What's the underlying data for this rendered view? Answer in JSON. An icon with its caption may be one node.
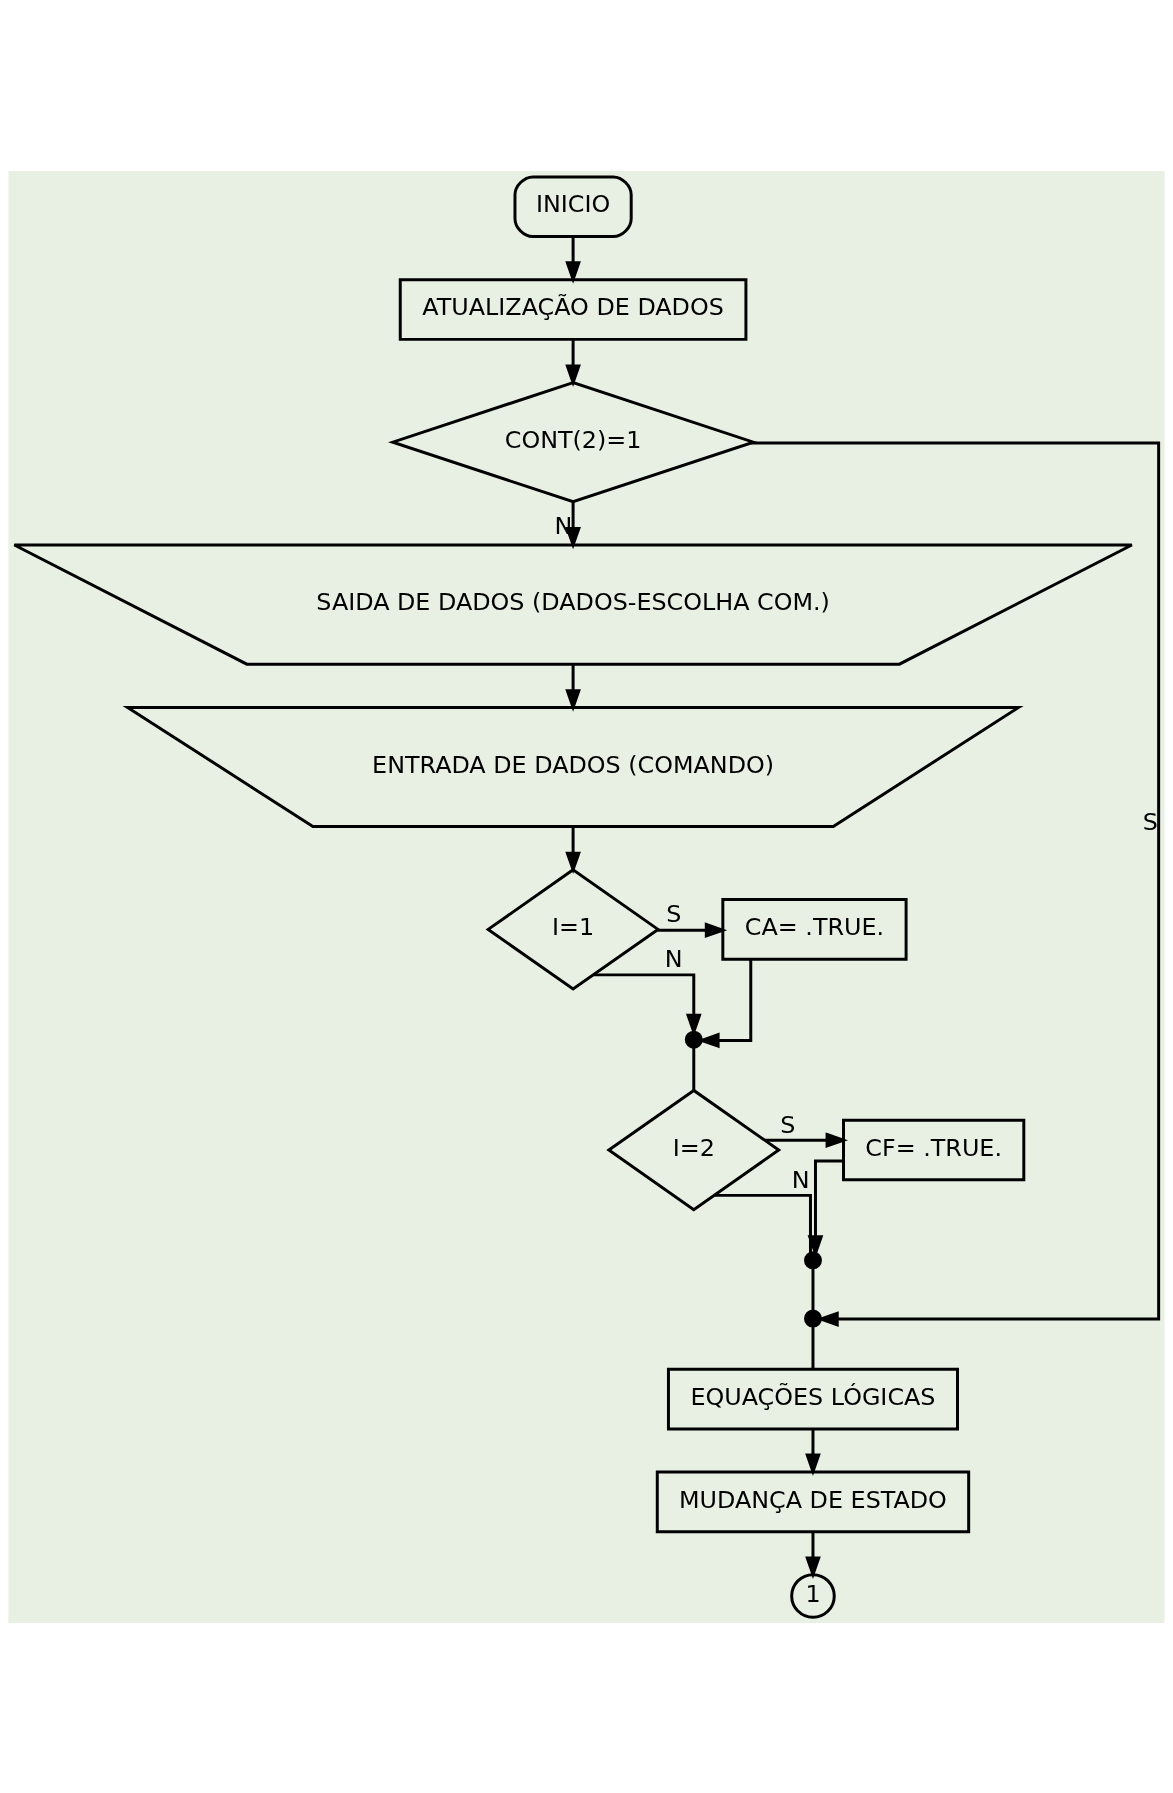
{
  "diagram": {
    "nodes": [
      {
        "text": [
          "INICIO"
        ]
      },
      {
        "text": [
          "ATUALIZAÇÃO DE DADOS"
        ]
      },
      {
        "text": [
          "CONT(2)=1"
        ]
      },
      {
        "text": [
          "SAIDA DE DADOS (DADOS-ESCOLHA COM.)"
        ]
      },
      {
        "text": [
          "ENTRADA DE DADOS (COMANDO)"
        ]
      },
      {
        "text": [
          "I=1"
        ]
      },
      {
        "text": [
          "CA= .TRUE."
        ]
      },
      {
        "text": [],
        "shape": "dot"
      },
      {
        "text": [
          "I=2"
        ]
      },
      {
        "text": [
          "CF= .TRUE."
        ]
      },
      {
        "text": [],
        "shape": "dot"
      },
      {
        "text": [],
        "shape": "dot"
      },
      {
        "text": [
          "EQUAÇÕES LÓGICAS"
        ]
      },
      {
        "text": [
          "MUDANÇA DE ESTADO"
        ]
      },
      {
        "text": [
          "1"
        ]
      }
    ],
    "edges": [
      {
        "from": 0,
        "to": 1,
        "arrow": "to"
      },
      {
        "from": 1,
        "to": 2,
        "arrow": "to"
      },
      {
        "from": 2,
        "to": 3,
        "arrow": "to",
        "label": "N"
      },
      {
        "from": 3,
        "to": 4,
        "arrow": "to"
      },
      {
        "from": 4,
        "to": 5,
        "arrow": "to"
      },
      {
        "from": 5,
        "to": 6,
        "arrow": "to",
        "label": "S"
      },
      {
        "from": 5,
        "to": 7,
        "arrow": "to",
        "label": "N"
      },
      {
        "from": 6,
        "to": 7,
        "arrow": "to"
      },
      {
        "from": 7,
        "to": 8,
        "arrow": "none"
      },
      {
        "from": 8,
        "to": 9,
        "arrow": "to",
        "label": "S"
      },
      {
        "from": 8,
        "to": 10,
        "arrow": "none",
        "label": "N"
      },
      {
        "from": 9,
        "to": 10,
        "arrow": "to"
      },
      {
        "from": 10,
        "to": 11,
        "arrow": "none"
      },
      {
        "from": 2,
        "to": 11,
        "arrow": "to",
        "label": "S"
      },
      {
        "from": 11,
        "to": 12,
        "arrow": "none"
      },
      {
        "from": 12,
        "to": 13,
        "arrow": "to"
      },
      {
        "from": 13,
        "to": 14,
        "arrow": "to"
      }
    ]
  }
}
